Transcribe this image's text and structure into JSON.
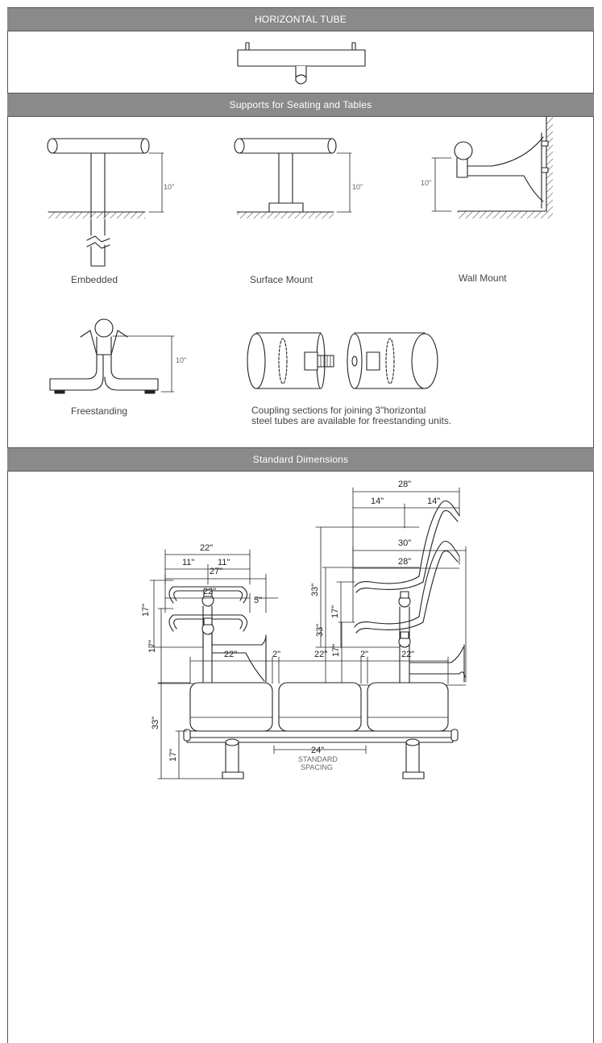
{
  "sections": {
    "horizontal_tube": "HORIZONTAL TUBE",
    "supports": "Supports for Seating and Tables",
    "standard_dimensions": "Standard Dimensions"
  },
  "supports": {
    "embedded": {
      "label": "Embedded",
      "height": "10\""
    },
    "surface_mount": {
      "label": "Surface Mount",
      "height": "10\""
    },
    "wall_mount": {
      "label": "Wall Mount",
      "height": "10\""
    },
    "freestanding": {
      "label": "Freestanding",
      "height": "10\""
    },
    "coupling_note": [
      "Coupling sections for joining 3\"horizontal",
      "steel tubes are available for freestanding units."
    ]
  },
  "dimensions": {
    "bench_front": {
      "width": "22\"",
      "half_left": "11\"",
      "half_right": "11\"",
      "height": "17\""
    },
    "seat_side": {
      "depth": "28\"",
      "half_left": "14\"",
      "half_right": "14\"",
      "back_height": "33\"",
      "seat_height": "17\""
    },
    "bench_wall": {
      "total": "27\"",
      "seat": "22\"",
      "offset": "5\"",
      "height": "17\""
    },
    "seat_wall": {
      "total": "30\"",
      "seat": "28\"",
      "back_height": "33\"",
      "seat_height": "17\""
    },
    "row": {
      "seat_widths": [
        "22\"",
        "22\"",
        "22\""
      ],
      "gaps": [
        "2\"",
        "2\""
      ],
      "back_height": "33\"",
      "seat_height": "17\"",
      "spacing": "24\"",
      "spacing_label": [
        "STANDARD",
        "SPACING"
      ]
    }
  }
}
